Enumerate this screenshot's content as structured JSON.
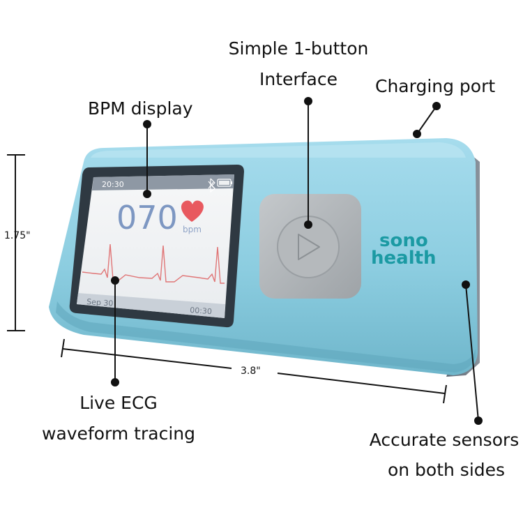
{
  "callouts": {
    "button_line1": "Simple 1-button",
    "button_line2": "Interface",
    "charging": "Charging port",
    "bpm": "BPM display",
    "ecg_line1": "Live ECG",
    "ecg_line2": "waveform tracing",
    "sensors_line1": "Accurate sensors",
    "sensors_line2": "on both sides"
  },
  "dimensions": {
    "height": "1.75\"",
    "width": "3.8\""
  },
  "device": {
    "brand_line1": "sono",
    "brand_line2": "health",
    "screen": {
      "time": "20:30",
      "bpm_value": "070",
      "bpm_unit": "bpm",
      "date": "Sep 30",
      "timer": "00:30"
    },
    "button_icon": "play-icon",
    "heart_icon": "heart-icon",
    "bluetooth_icon": "bluetooth-icon",
    "battery_icon": "battery-icon"
  },
  "colors": {
    "body": "#8fd0e2",
    "brand": "#1b9aa3",
    "heart": "#e8595f",
    "digits": "#7d97c2",
    "button": "#a9adb0"
  }
}
